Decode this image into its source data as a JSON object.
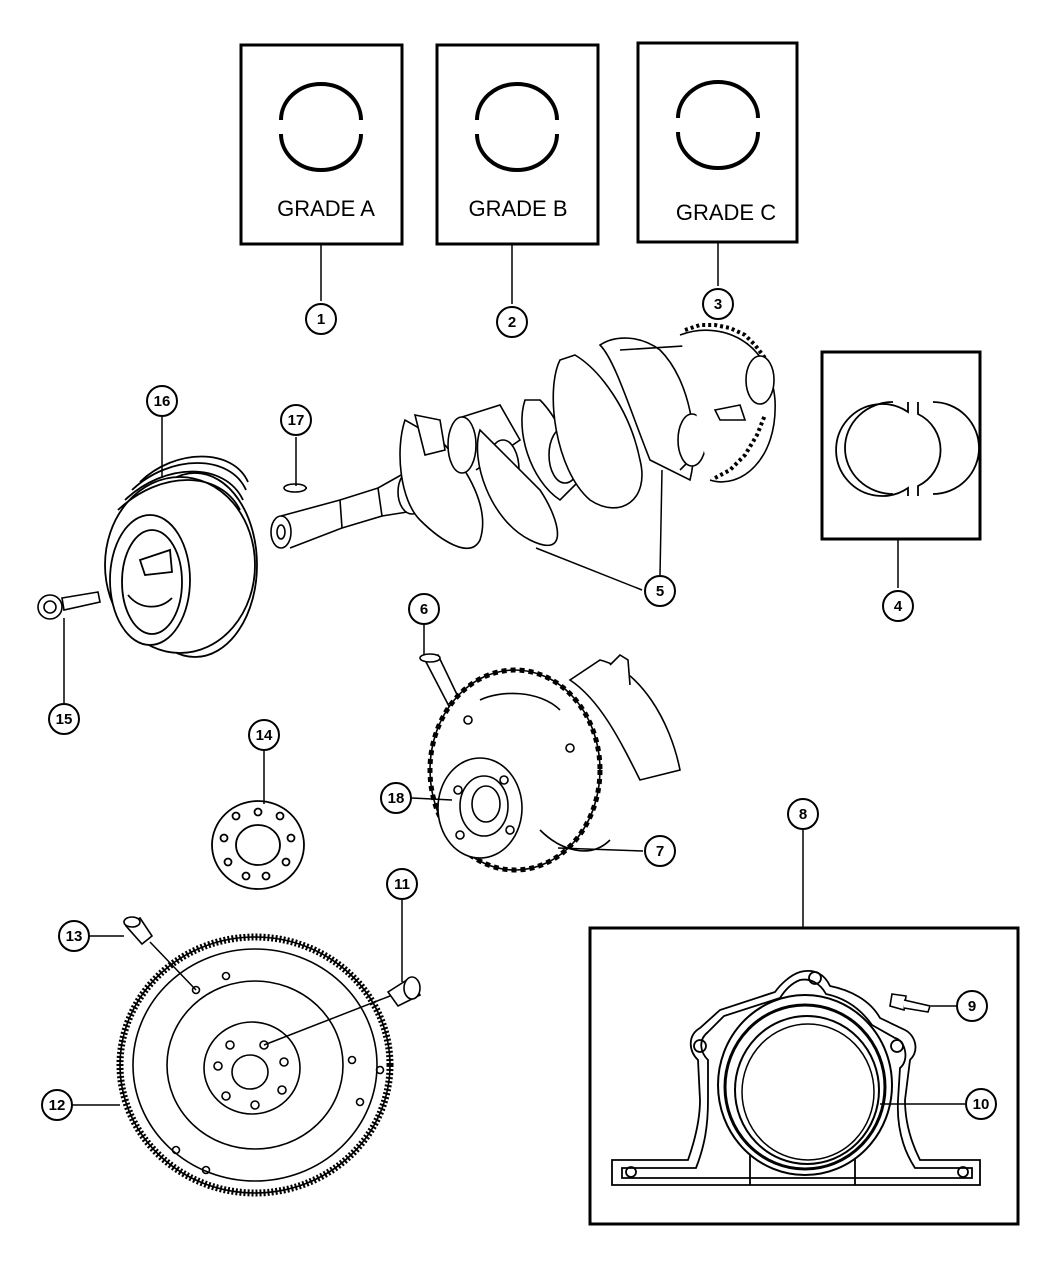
{
  "grade_boxes": [
    {
      "callout": "1",
      "label": "GRADE A"
    },
    {
      "callout": "2",
      "label": "GRADE B"
    },
    {
      "callout": "3",
      "label": "GRADE C"
    }
  ],
  "callouts": {
    "c4": "4",
    "c5": "5",
    "c6": "6",
    "c7": "7",
    "c8": "8",
    "c9": "9",
    "c10": "10",
    "c11": "11",
    "c12": "12",
    "c13": "13",
    "c14": "14",
    "c15": "15",
    "c16": "16",
    "c17": "17",
    "c18": "18"
  }
}
